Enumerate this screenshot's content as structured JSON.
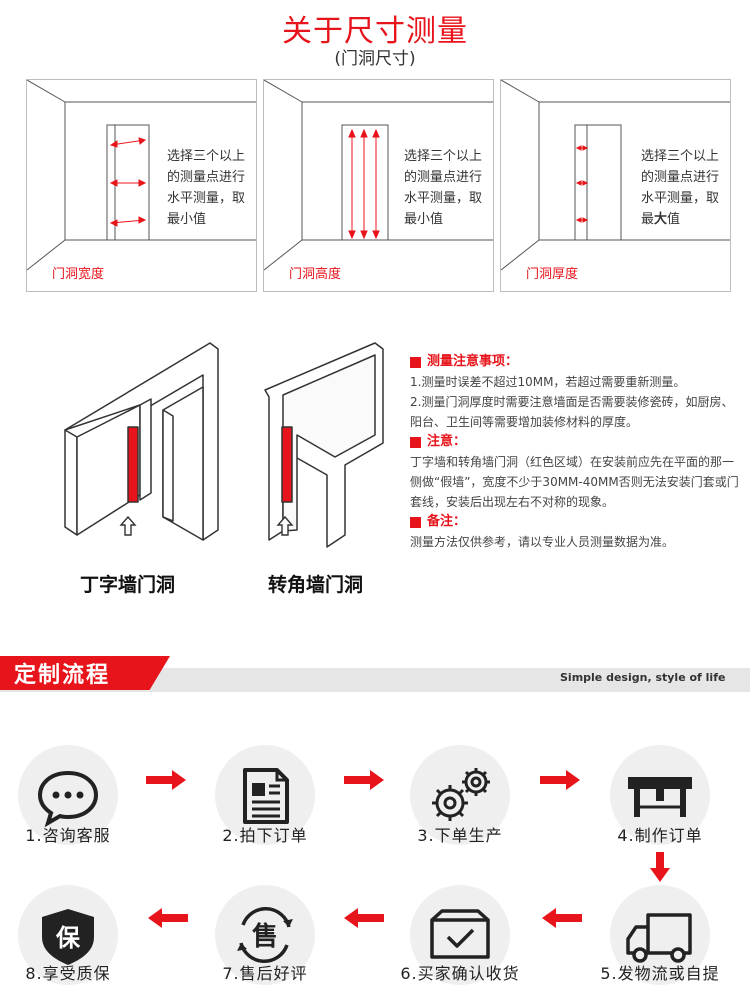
{
  "header": {
    "title": "关于尺寸测量",
    "subtitle": "(门洞尺寸)"
  },
  "panels": [
    {
      "text_lines": [
        "选择三个以上",
        "的测量点进行",
        "水平测量，取",
        "最小值"
      ],
      "label": "门洞宽度"
    },
    {
      "text_lines": [
        "选择三个以上",
        "的测量点进行",
        "水平测量，取",
        "最小值"
      ],
      "label": "门洞高度"
    },
    {
      "text_lines": [
        "选择三个以上",
        "的测量点进行",
        "水平测量，取",
        "最大值"
      ],
      "label": "门洞厚度"
    }
  ],
  "walls": {
    "t_label": "丁字墙门洞",
    "corner_label": "转角墙门洞"
  },
  "notes": {
    "h1": "测量注意事项：",
    "p1": "1.测量时误差不超过10MM，若超过需要重新测量。",
    "p2": "2.测量门洞厚度时需要注意墙面是否需要装修瓷砖，如厨房、阳台、卫生间等需要增加装修材料的厚度。",
    "h2": "注意：",
    "p3": "丁字墙和转角墙门洞（红色区域）在安装前应先在平面的那一侧做“假墙”，宽度不少于30MM-40MM否则无法安装门套或门套线，安装后出现左右不对称的现象。",
    "h3": "备注：",
    "p4": "测量方法仅供参考，请以专业人员测量数据为准。"
  },
  "process": {
    "banner": "定制流程",
    "banner_right": "Simple design, style of life",
    "steps": [
      {
        "label": "1.咨询客服",
        "icon": "chat-bubble-icon"
      },
      {
        "label": "2.拍下订单",
        "icon": "document-icon"
      },
      {
        "label": "3.下单生产",
        "icon": "gears-icon"
      },
      {
        "label": "4.制作订单",
        "icon": "machine-icon"
      },
      {
        "label": "5.发物流或自提",
        "icon": "truck-icon"
      },
      {
        "label": "6.买家确认收货",
        "icon": "box-check-icon"
      },
      {
        "label": "7.售后好评",
        "icon": "after-sale-icon",
        "glyph": "售"
      },
      {
        "label": "8.享受质保",
        "icon": "shield-icon",
        "glyph": "保"
      }
    ]
  },
  "colors": {
    "accent": "#e8141b",
    "text": "#333333",
    "circle": "#efefef"
  }
}
